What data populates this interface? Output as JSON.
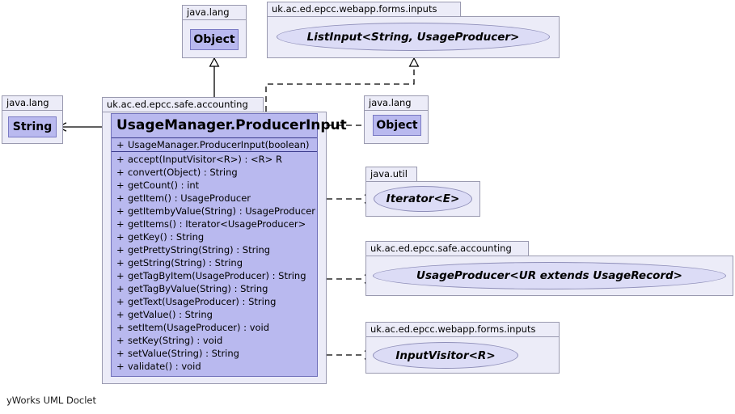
{
  "diagram": {
    "title": "UML class diagram",
    "footer": "yWorks UML Doclet",
    "colors": {
      "class_fill": "#b9b9ef",
      "class_border": "#6f6fb9",
      "package_fill": "#ececf8",
      "package_border": "#9a9ab0",
      "interface_fill": "#dcdcf6",
      "interface_border": "#8e8eb8",
      "edge": "#000000",
      "background": "#ffffff"
    }
  },
  "packages": {
    "java_lang_top": {
      "label": "java.lang"
    },
    "listinput_pkg": {
      "label": "uk.ac.ed.epcc.webapp.forms.inputs"
    },
    "java_lang_left": {
      "label": "java.lang"
    },
    "main_pkg": {
      "label": "uk.ac.ed.epcc.safe.accounting"
    },
    "java_lang_right": {
      "label": "java.lang"
    },
    "java_util": {
      "label": "java.util"
    },
    "accounting_right": {
      "label": "uk.ac.ed.epcc.safe.accounting"
    },
    "inputvisitor_pkg": {
      "label": "uk.ac.ed.epcc.webapp.forms.inputs"
    }
  },
  "nodes": {
    "object_top": {
      "name": "Object",
      "kind": "class"
    },
    "listinput": {
      "name": "ListInput<String, UsageProducer>",
      "kind": "interface"
    },
    "string_left": {
      "name": "String",
      "kind": "class"
    },
    "object_right": {
      "name": "Object",
      "kind": "class"
    },
    "iterator": {
      "name": "Iterator<E>",
      "kind": "interface"
    },
    "usageproducer": {
      "name": "UsageProducer<UR extends UsageRecord>",
      "kind": "interface"
    },
    "inputvisitor": {
      "name": "InputVisitor<R>",
      "kind": "interface"
    }
  },
  "main_class": {
    "name": "UsageManager.ProducerInput",
    "constructor": {
      "visibility": "+",
      "signature": "UsageManager.ProducerInput(boolean)"
    },
    "methods": [
      {
        "visibility": "+",
        "signature": "accept(InputVisitor<R>) :  <R> R"
      },
      {
        "visibility": "+",
        "signature": "convert(Object) : String"
      },
      {
        "visibility": "+",
        "signature": "getCount() : int"
      },
      {
        "visibility": "+",
        "signature": "getItem() : UsageProducer"
      },
      {
        "visibility": "+",
        "signature": "getItembyValue(String) : UsageProducer"
      },
      {
        "visibility": "+",
        "signature": "getItems() : Iterator<UsageProducer>"
      },
      {
        "visibility": "+",
        "signature": "getKey() : String"
      },
      {
        "visibility": "+",
        "signature": "getPrettyString(String) : String"
      },
      {
        "visibility": "+",
        "signature": "getString(String) : String"
      },
      {
        "visibility": "+",
        "signature": "getTagByItem(UsageProducer) : String"
      },
      {
        "visibility": "+",
        "signature": "getTagByValue(String) : String"
      },
      {
        "visibility": "+",
        "signature": "getText(UsageProducer) : String"
      },
      {
        "visibility": "+",
        "signature": "getValue() : String"
      },
      {
        "visibility": "+",
        "signature": "setItem(UsageProducer) : void"
      },
      {
        "visibility": "+",
        "signature": "setKey(String) : void"
      },
      {
        "visibility": "+",
        "signature": "setValue(String) : String"
      },
      {
        "visibility": "+",
        "signature": "validate() : void"
      }
    ]
  },
  "relationships": [
    {
      "from": "UsageManager.ProducerInput",
      "to": "Object",
      "type": "generalization"
    },
    {
      "from": "UsageManager.ProducerInput",
      "to": "ListInput<String, UsageProducer>",
      "type": "realization"
    },
    {
      "from": "UsageManager.ProducerInput",
      "to": "String",
      "type": "association"
    },
    {
      "from": "UsageManager.ProducerInput",
      "to": "Object",
      "type": "dependency"
    },
    {
      "from": "UsageManager.ProducerInput",
      "to": "Iterator<E>",
      "type": "dependency"
    },
    {
      "from": "UsageManager.ProducerInput",
      "to": "UsageProducer<UR extends UsageRecord>",
      "type": "dependency"
    },
    {
      "from": "UsageManager.ProducerInput",
      "to": "InputVisitor<R>",
      "type": "dependency"
    }
  ]
}
